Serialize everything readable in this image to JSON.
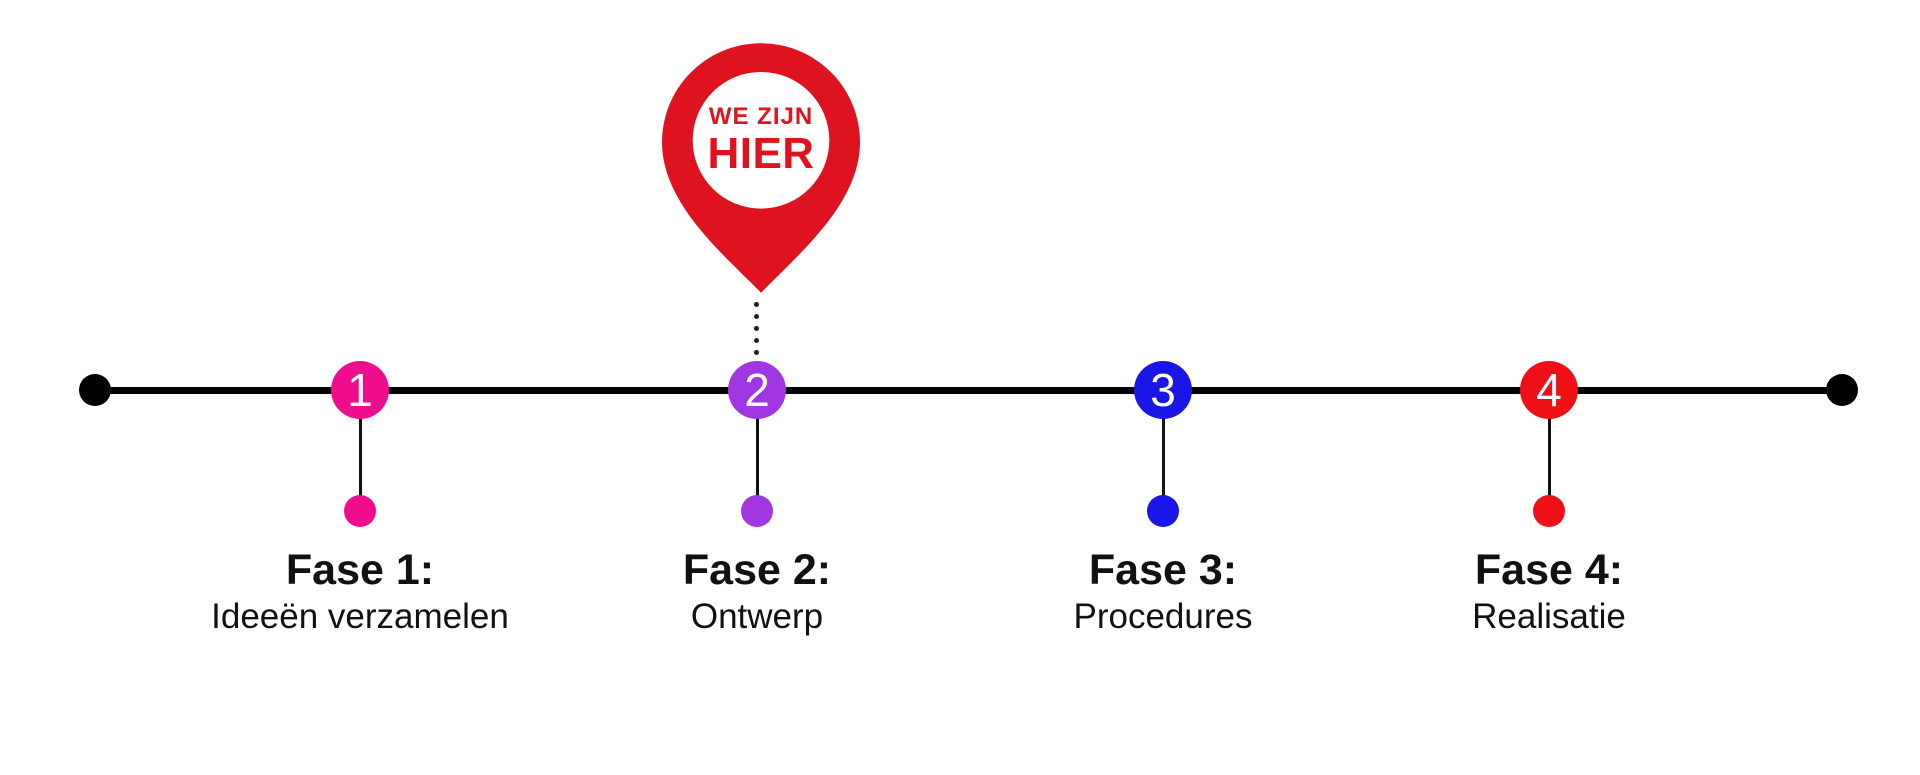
{
  "page": {
    "background": "#ffffff",
    "line_color": "#000000",
    "text_color": "#111111"
  },
  "pin": {
    "label_line1": "WE ZIJN",
    "label_line2": "HIER",
    "color": "#de131f"
  },
  "phases": [
    {
      "number": "1",
      "title": "Fase 1:",
      "subtitle": "Ideeën verzamelen",
      "color": "#ef0d8e",
      "current": false
    },
    {
      "number": "2",
      "title": "Fase 2:",
      "subtitle": "Ontwerp",
      "color": "#a137e2",
      "current": true
    },
    {
      "number": "3",
      "title": "Fase 3:",
      "subtitle": "Procedures",
      "color": "#1a16e8",
      "current": false
    },
    {
      "number": "4",
      "title": "Fase 4:",
      "subtitle": "Realisatie",
      "color": "#ee1016",
      "current": false
    }
  ]
}
